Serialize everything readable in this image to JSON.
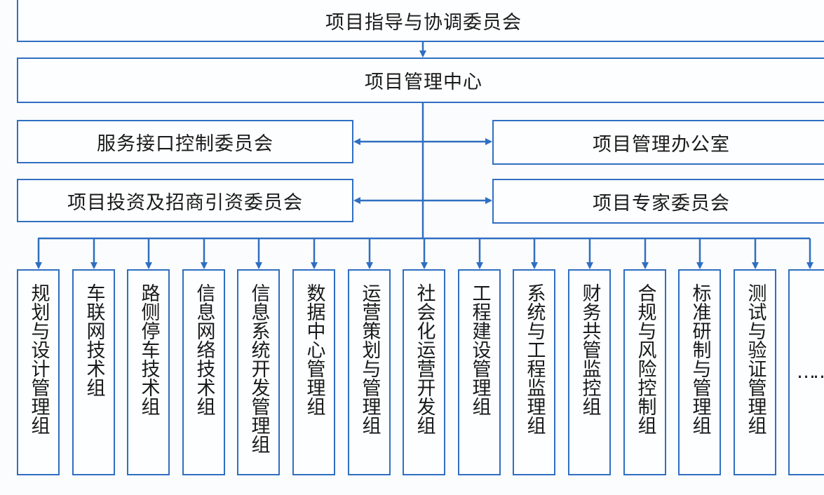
{
  "colors": {
    "line": "#2f6fc1",
    "text": "#1a1a1a"
  },
  "top": {
    "title": "项目指导与协调委员会"
  },
  "center": {
    "title": "项目管理中心"
  },
  "side": {
    "left1": "服务接口控制委员会",
    "left2": "项目投资及招商引资委员会",
    "right1": "项目管理办公室",
    "right2": "项目专家委员会"
  },
  "groups": [
    "规划与设计管理组",
    "车联网技术组",
    "路侧停车技术组",
    "信息网络技术组",
    "信息系统开发管理组",
    "数据中心管理组",
    "运营策划与管理组",
    "社会化运营开发组",
    "工程建设管理组",
    "系统与工程监理组",
    "财务共管监控组",
    "合规与风险控制组",
    "标准研制与管理组",
    "测试与验证管理组",
    "……"
  ]
}
